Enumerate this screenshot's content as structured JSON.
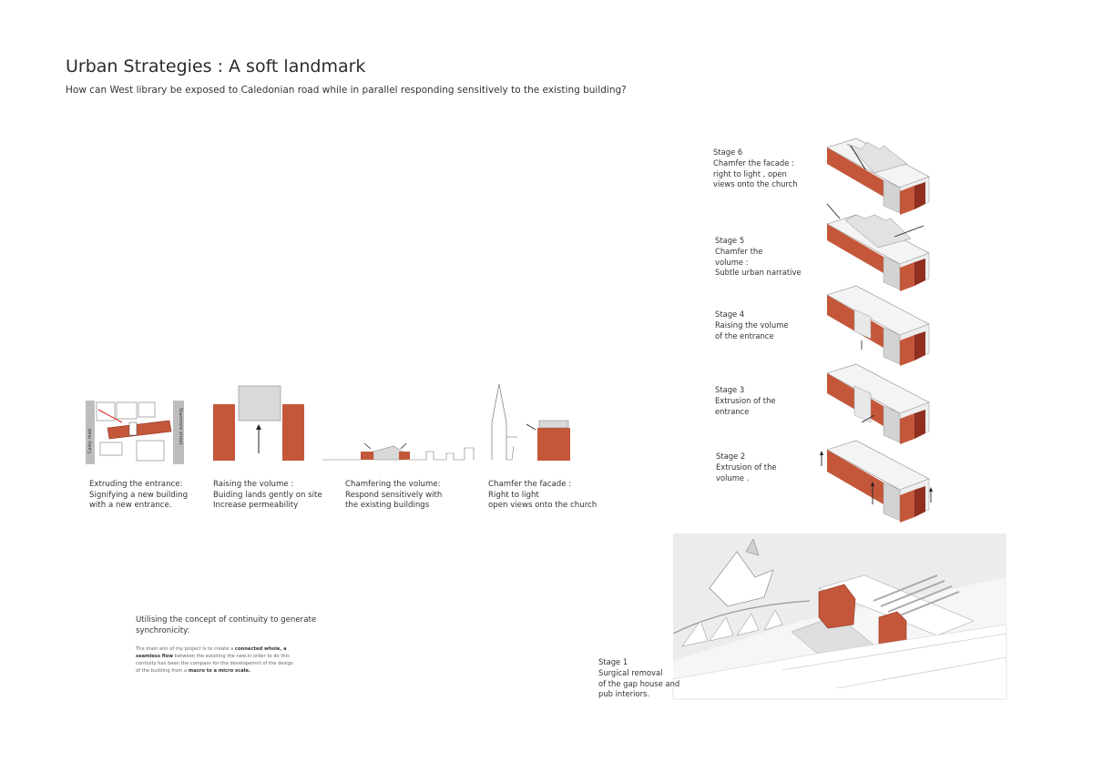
{
  "header": {
    "title": "Urban Strategies : A soft landmark",
    "subtitle": "How can West library be exposed to Caledonian road while in parallel responding sensitively to the existing building?"
  },
  "colors": {
    "brick": "#c4573a",
    "brick_dark": "#8e2f1f",
    "volume_grey": "#d9d9d9",
    "line": "#555555"
  },
  "diagrams": [
    {
      "lines": [
        "Extruding the entrance:",
        "Signifying a new building",
        "with a new entrance."
      ],
      "streets": [
        "Caley road",
        "Stanmore street"
      ]
    },
    {
      "lines": [
        "Raising the volume :",
        "Buiding lands gently on site",
        "Increase permeability"
      ]
    },
    {
      "lines": [
        "Chamfering the volume:",
        "Respond sensitively with",
        "the existing buildings"
      ]
    },
    {
      "lines": [
        "Chamfer the facade :",
        "Right to light",
        "open views onto the church"
      ]
    }
  ],
  "stages": [
    {
      "lines": [
        "Stage 6",
        "Chamfer the facade :",
        "right to light , open",
        "views onto the church"
      ]
    },
    {
      "lines": [
        "Stage 5",
        "Chamfer the",
        "volume  :",
        "Subtle urban narrative"
      ]
    },
    {
      "lines": [
        "Stage 4",
        "Raising the volume",
        "of the entrance"
      ]
    },
    {
      "lines": [
        "Stage 3",
        "Extrusion of the",
        "entrance"
      ]
    },
    {
      "lines": [
        "Stage 2",
        "Extrusion of the",
        "volume ."
      ]
    },
    {
      "lines": [
        "Stage 1",
        "Surgical removal",
        "of the gap house and",
        "pub interiors."
      ]
    }
  ],
  "concept": {
    "heading": [
      "Utilising the concept of continuity to generate",
      "synchronicity:"
    ],
    "body": {
      "l1_a": "The main aim of my project is to create a ",
      "l1_b": "connected whole, a",
      "l2_a": "seamless flow",
      "l2_b": " between the exisiting the new.In order to do this",
      "l3": "contiuity has been the compass for the developemnt of the design",
      "l4_a": "of the building from a ",
      "l4_b": "macro to a micro scale."
    }
  }
}
